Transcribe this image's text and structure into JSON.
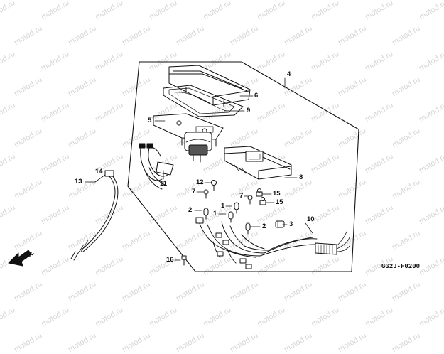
{
  "watermark": "motod.ru",
  "diagram": {
    "callouts": {
      "c1a": "1",
      "c1b": "1",
      "c2a": "2",
      "c2b": "2",
      "c3": "3",
      "c4": "4",
      "c5": "5",
      "c6": "6",
      "c7a": "7",
      "c7b": "7",
      "c8": "8",
      "c9": "9",
      "c10": "10",
      "c11": "11",
      "c12": "12",
      "c13": "13",
      "c14": "14",
      "c15a": "15",
      "c15b": "15",
      "c16": "16"
    },
    "fr_label": "FR.",
    "figure_code": "GG2J-F0200"
  }
}
